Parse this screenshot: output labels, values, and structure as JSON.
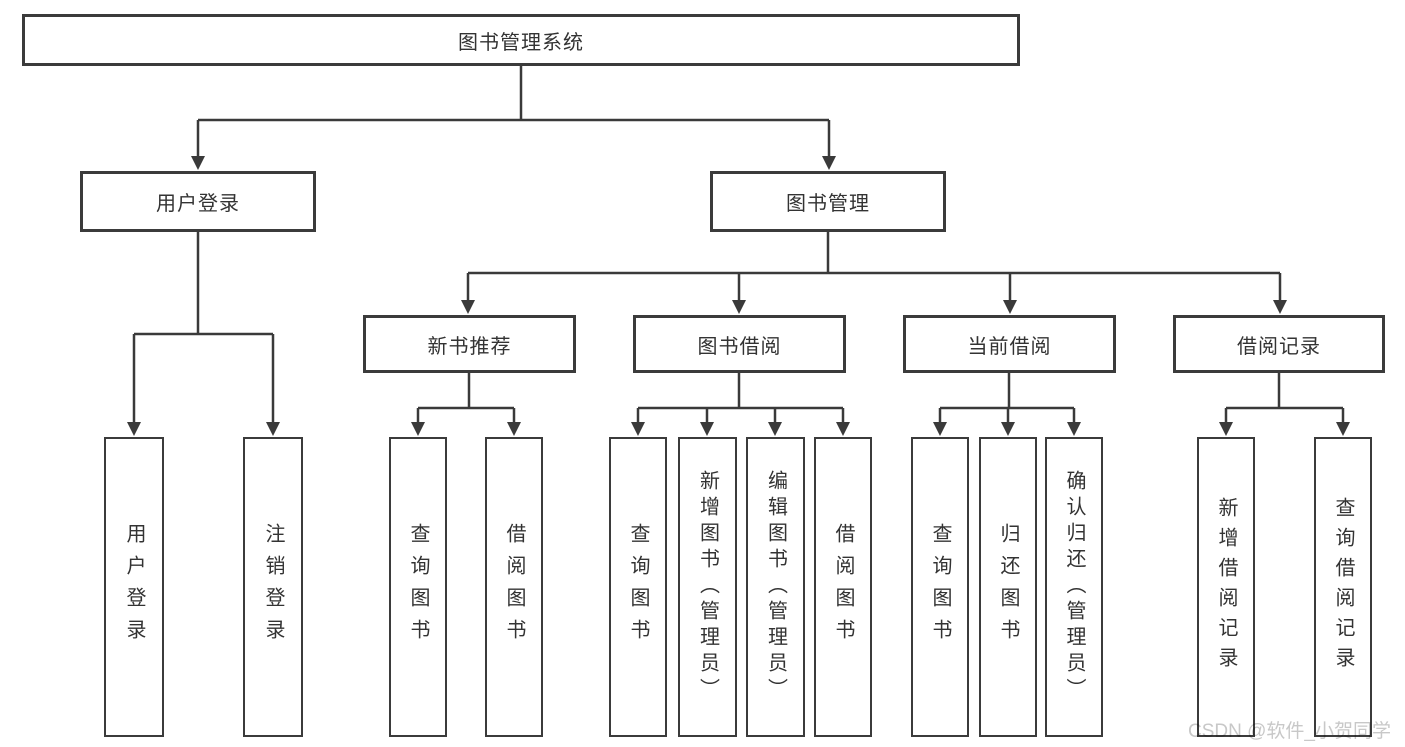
{
  "root": {
    "label": "图书管理系统"
  },
  "level2": [
    {
      "label": "用户登录"
    },
    {
      "label": "图书管理"
    }
  ],
  "level3": [
    {
      "label": "新书推荐"
    },
    {
      "label": "图书借阅"
    },
    {
      "label": "当前借阅"
    },
    {
      "label": "借阅记录"
    }
  ],
  "leaves": {
    "login": [
      "用户登录",
      "注销登录"
    ],
    "recommend": [
      "查询图书",
      "借阅图书"
    ],
    "borrow": [
      "查询图书",
      "新增图书（管理员）",
      "编辑图书（管理员）",
      "借阅图书"
    ],
    "current": [
      "查询图书",
      "归还图书",
      "确认归还（管理员）"
    ],
    "records": [
      "新增借阅记录",
      "查询借阅记录"
    ]
  },
  "watermark": {
    "text": "CSDN @软件_小贺同学"
  },
  "colors": {
    "line": "#3a3a3a",
    "border": "#3b3b3b",
    "text": "#333333",
    "background": "#ffffff",
    "watermark": "#c8c8c8"
  }
}
